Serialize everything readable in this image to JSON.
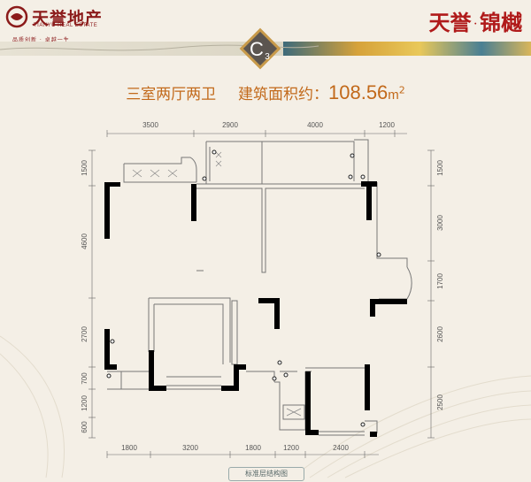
{
  "brand": {
    "name_cn": "天誉地产",
    "name_en": "TIANYU REAL ESTATE",
    "slogan": "品质创新 · 卓越一生",
    "project_name_part1": "天誉",
    "project_name_part2": "锦樾"
  },
  "unit": {
    "code_letter": "C",
    "code_number": "3",
    "layout_label": "三室两厅两卫",
    "area_label": "建筑面积约：",
    "area_value": "108.56",
    "area_unit": "m",
    "area_unit_sup": "2"
  },
  "dimensions": {
    "top": [
      "3500",
      "2900",
      "4000",
      "1200"
    ],
    "bottom": [
      "1800",
      "3200",
      "1800",
      "1200",
      "2400"
    ],
    "left": [
      "1500",
      "4600",
      "2700",
      "700",
      "1200",
      "600"
    ],
    "right": [
      "1500",
      "3000",
      "1700",
      "2600",
      "2500"
    ]
  },
  "footer": {
    "label": "标准层结构图"
  },
  "colors": {
    "brand_red": "#8b1a1a",
    "title_orange": "#c2691a",
    "wall": "#000000",
    "background": "#f4efe6"
  }
}
